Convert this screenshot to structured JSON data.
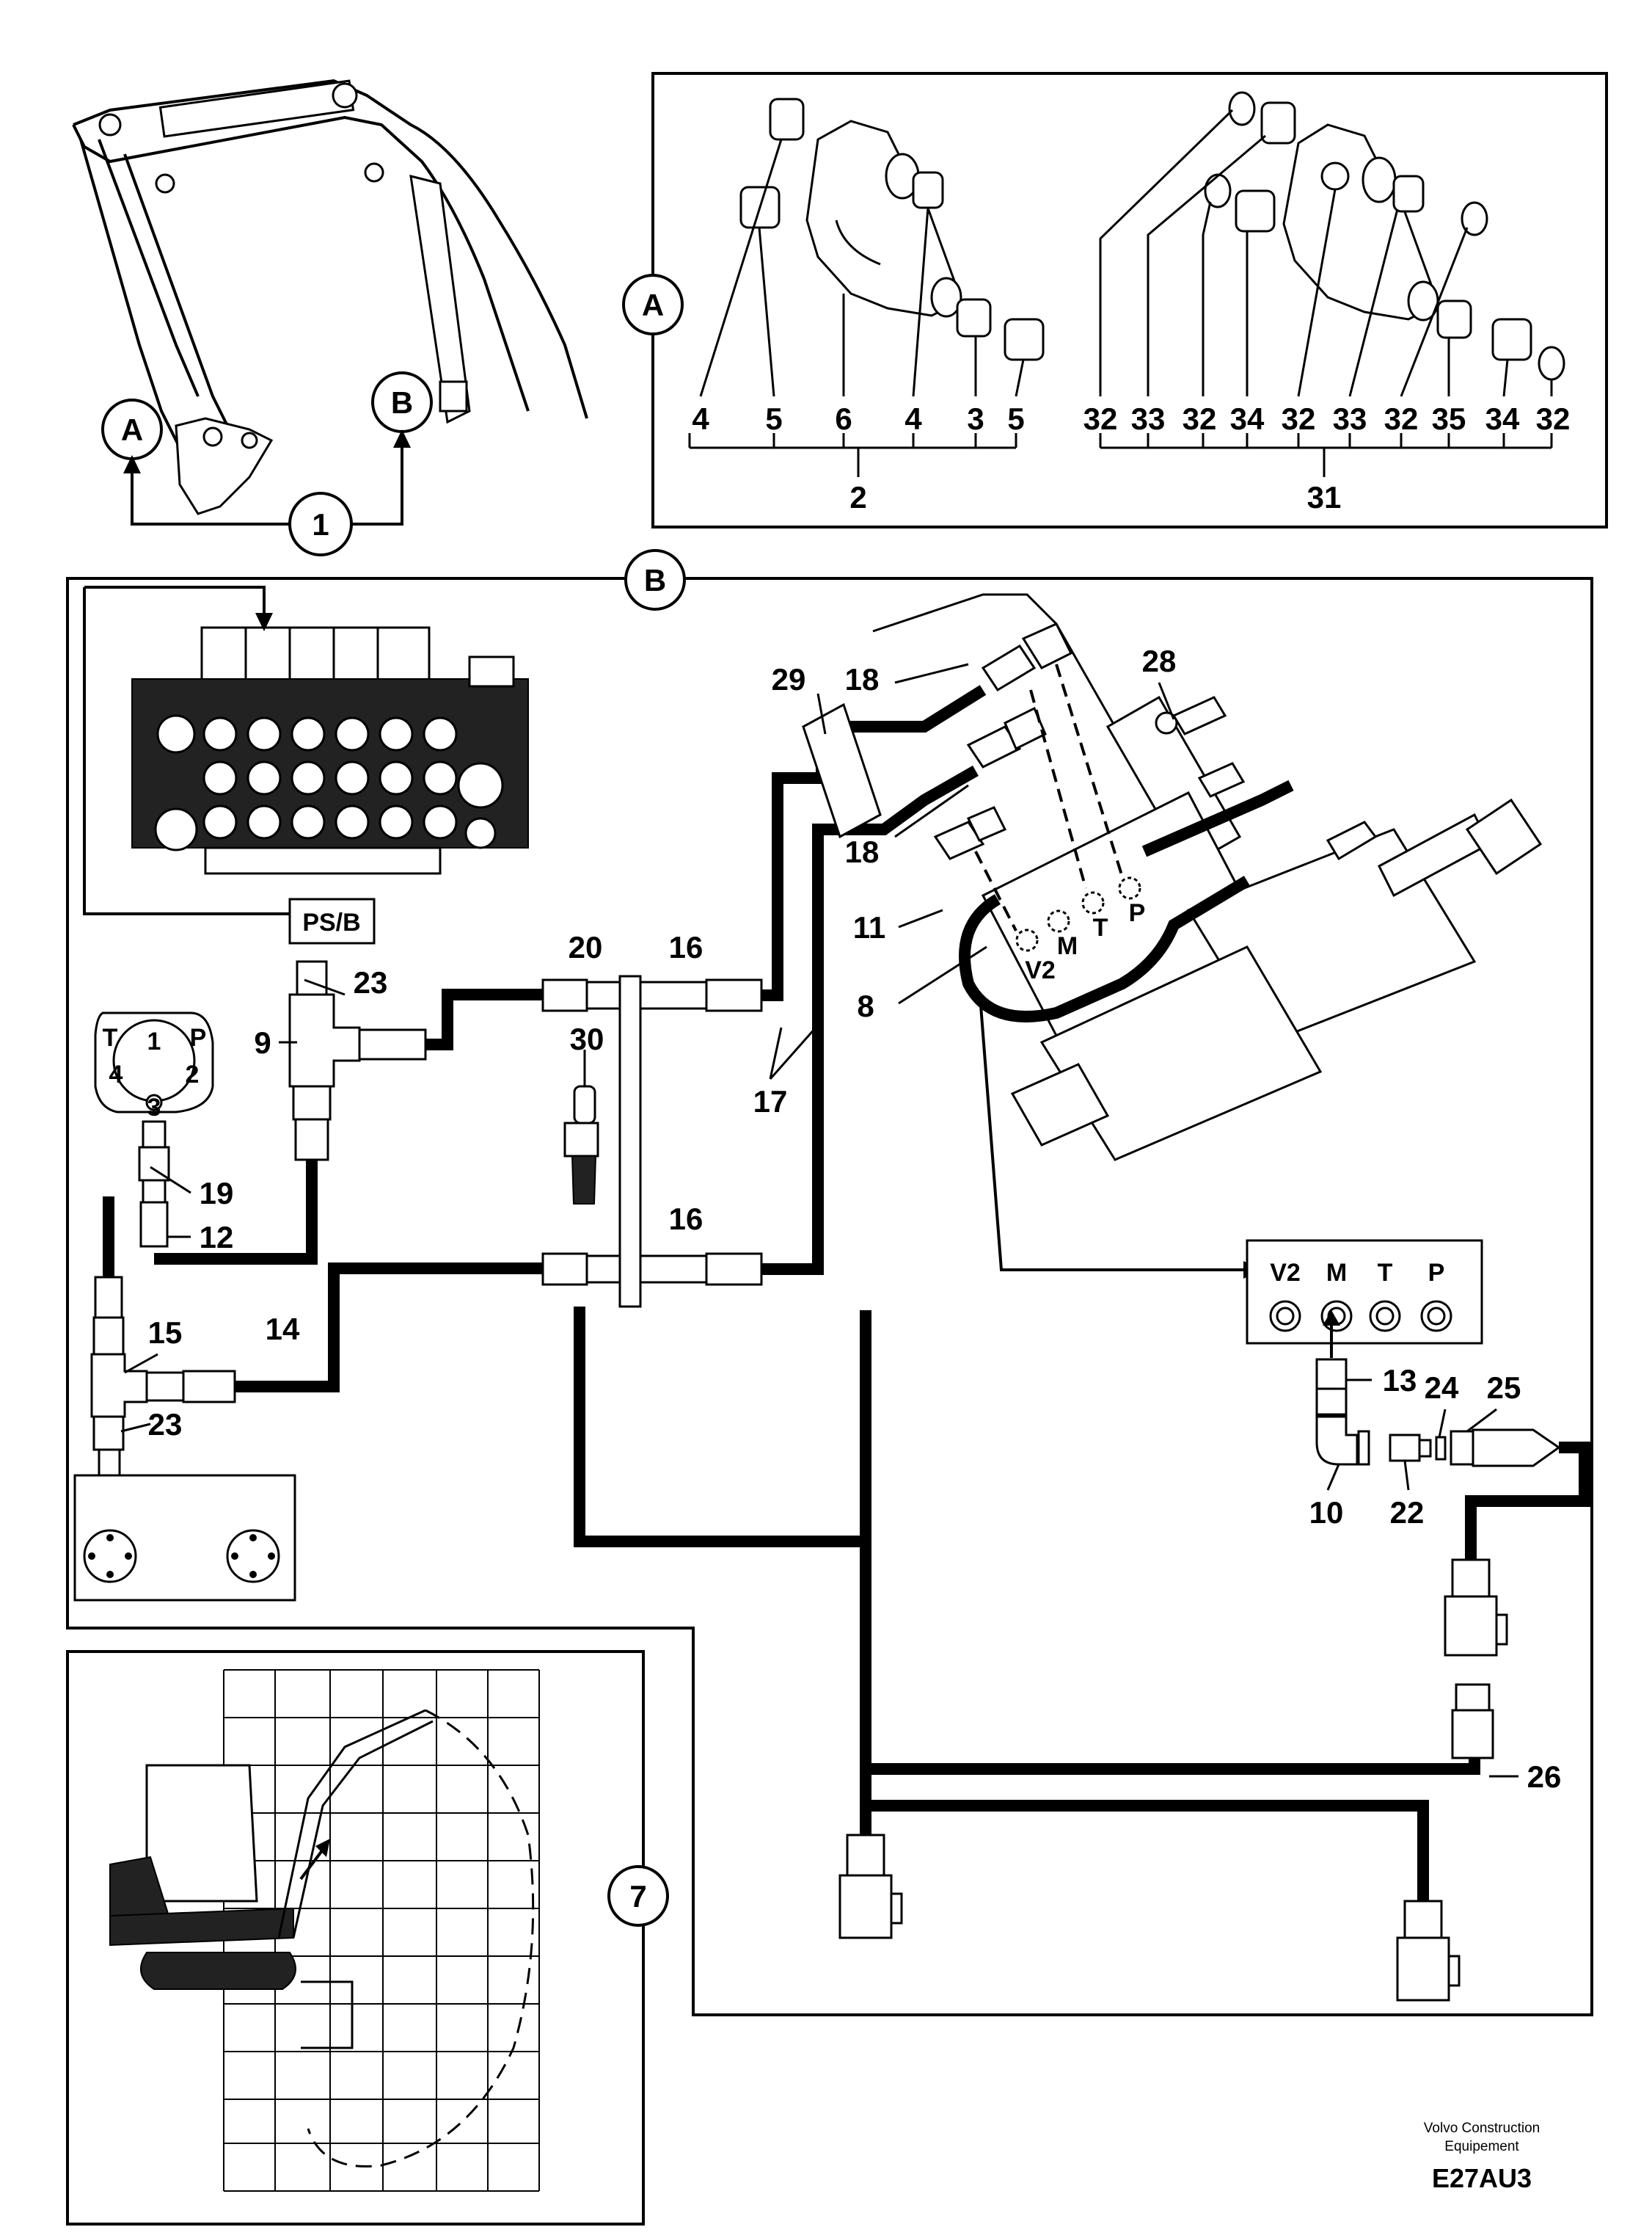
{
  "callouts": {
    "A": "A",
    "B": "B",
    "one": "1",
    "seven": "7"
  },
  "detail_a": {
    "left_group": {
      "items": [
        "4",
        "5",
        "6",
        "4",
        "3",
        "5"
      ],
      "assembly": "2"
    },
    "right_group": {
      "items": [
        "32",
        "33",
        "32",
        "34",
        "32",
        "33",
        "32",
        "35",
        "34",
        "32"
      ],
      "assembly": "31"
    }
  },
  "detail_b": {
    "ps_block": "PS/B",
    "pump_ports": {
      "T": "T",
      "one": "1",
      "P": "P",
      "four": "4",
      "two": "2",
      "three": "3"
    },
    "cylinder_ports": {
      "V2": "V2",
      "M": "M",
      "T": "T",
      "P": "P"
    },
    "port_box": {
      "V2": "V2",
      "M": "M",
      "T": "T",
      "P": "P"
    },
    "labels": {
      "l29": "29",
      "l18a": "18",
      "l28": "28",
      "l18b": "18",
      "l11": "11",
      "l8": "8",
      "l17": "17",
      "l20": "20",
      "l16a": "16",
      "l30": "30",
      "l16b": "16",
      "l23a": "23",
      "l9": "9",
      "l19": "19",
      "l12": "12",
      "l15": "15",
      "l14": "14",
      "l23b": "23",
      "l13": "13",
      "l24": "24",
      "l25": "25",
      "l10": "10",
      "l22": "22",
      "l26": "26"
    }
  },
  "footer": {
    "company_line1": "Volvo Construction",
    "company_line2": "Equipement",
    "code": "E27AU3"
  }
}
